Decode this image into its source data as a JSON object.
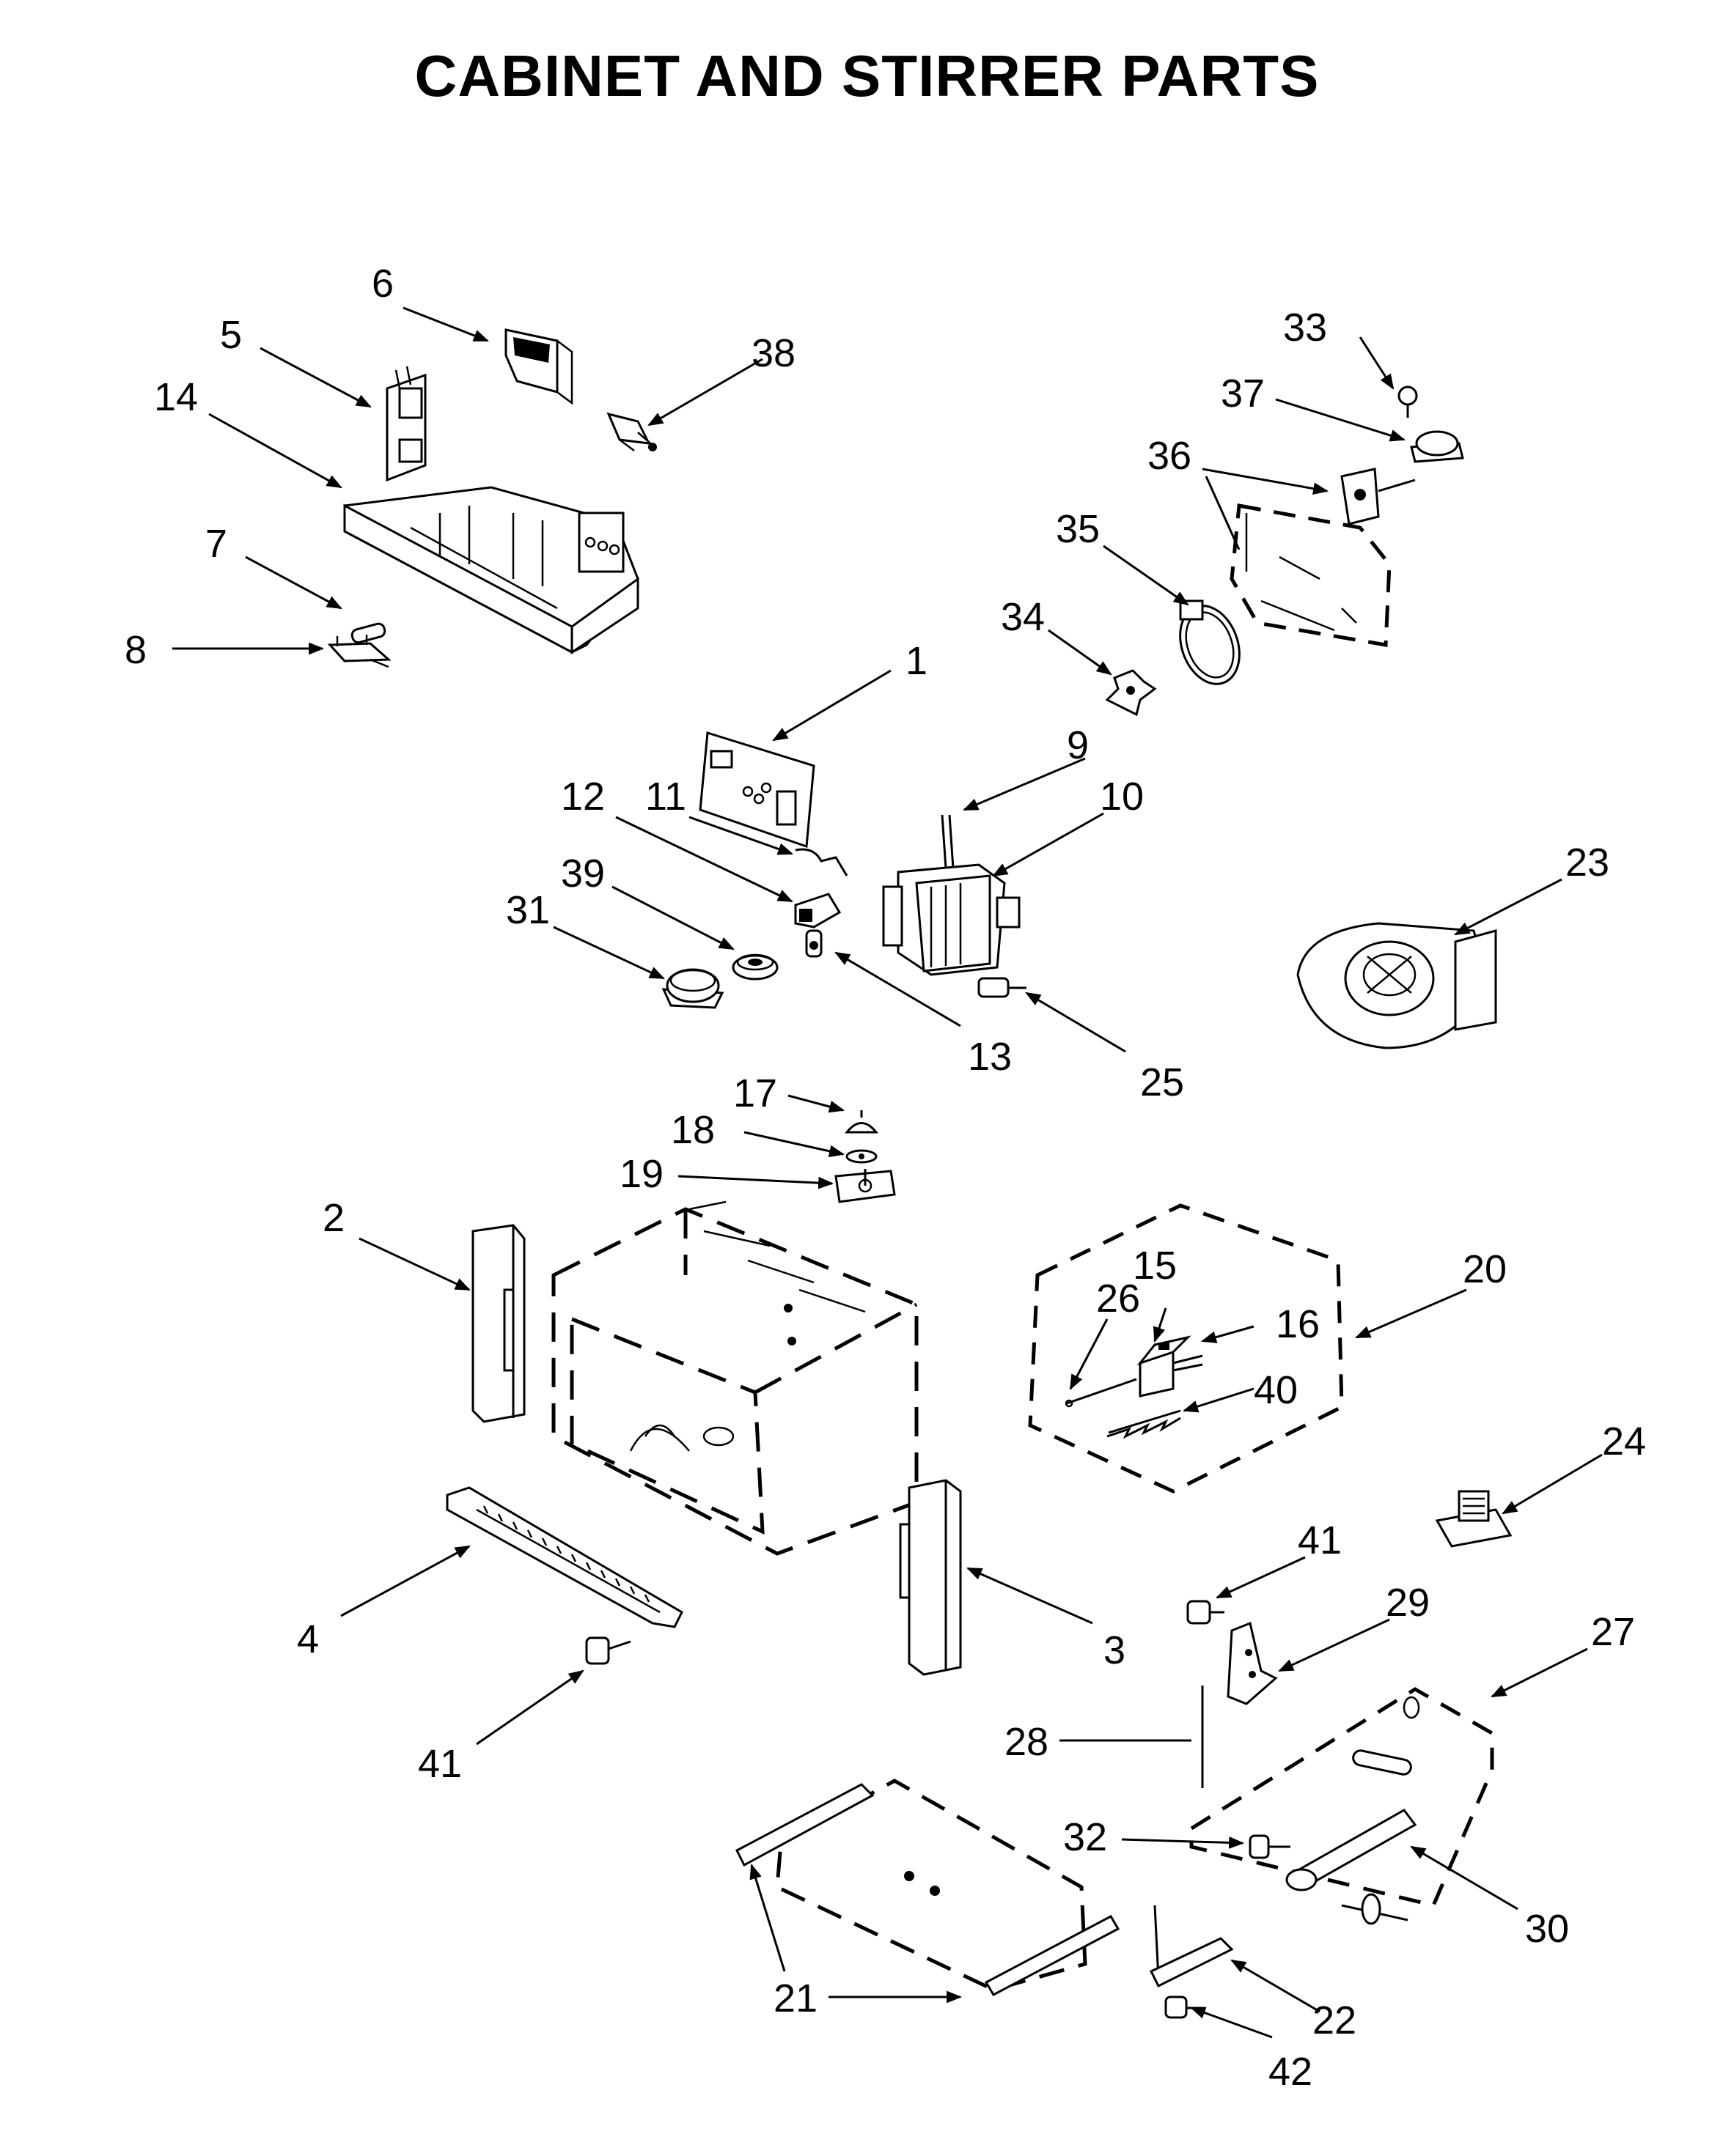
{
  "title": "CABINET AND STIRRER PARTS",
  "callouts": {
    "c1": "1",
    "c2": "2",
    "c3": "3",
    "c4": "4",
    "c5": "5",
    "c6": "6",
    "c7": "7",
    "c8": "8",
    "c9": "9",
    "c10": "10",
    "c11": "11",
    "c12": "12",
    "c13": "13",
    "c14": "14",
    "c15": "15",
    "c16": "16",
    "c17": "17",
    "c18": "18",
    "c19": "19",
    "c20": "20",
    "c21": "21",
    "c22": "22",
    "c23": "23",
    "c24": "24",
    "c25": "25",
    "c26": "26",
    "c27": "27",
    "c28": "28",
    "c29": "29",
    "c30": "30",
    "c31": "31",
    "c32": "32",
    "c33": "33",
    "c34": "34",
    "c35": "35",
    "c36": "36",
    "c37": "37",
    "c38": "38",
    "c39": "39",
    "c40": "40",
    "c41a": "41",
    "c41b": "41",
    "c42": "42"
  }
}
